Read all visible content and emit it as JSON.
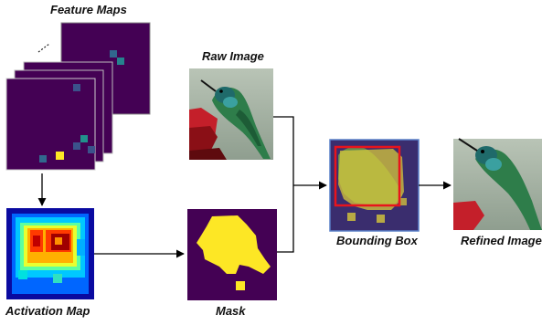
{
  "labels": {
    "feature_maps": "Feature Maps",
    "raw_image": "Raw Image",
    "activation_map": "Activation Map",
    "mask": "Mask",
    "bounding_box": "Bounding Box",
    "refined_image": "Refined Image"
  },
  "colors": {
    "feature_bg": "#440154",
    "mask_fg": "#fde725",
    "box_outline": "#e8141c",
    "arrow": "#000000"
  }
}
